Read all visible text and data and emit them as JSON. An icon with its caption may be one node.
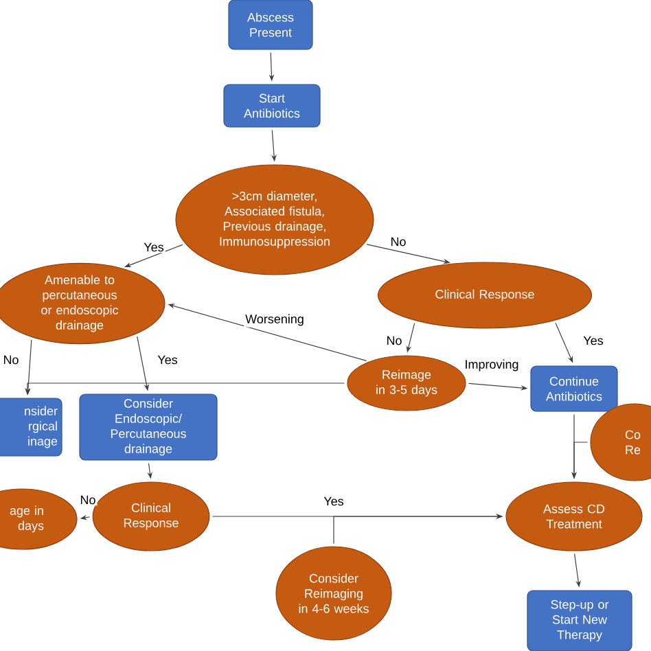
{
  "diagram": {
    "nodes": [
      {
        "text": [
          "Abscess Present"
        ]
      },
      {
        "text": [
          "Start Antibiotics"
        ]
      },
      {
        "text": [
          ">3cm diameter, Associated fistula, Previous drainage, Immunosuppression"
        ]
      },
      {
        "text": [
          "Amenable to percutaneous or endoscopic drainage"
        ]
      },
      {
        "text": [
          "Clinical Response"
        ]
      },
      {
        "text": [
          "nsider rgical inage"
        ]
      },
      {
        "text": [
          "Consider Endoscopic/ Percutaneous drainage"
        ]
      },
      {
        "text": [
          "Reimage in 3-5 days"
        ]
      },
      {
        "text": [
          "Continue Antibiotics"
        ]
      },
      {
        "text": [
          "Co Re"
        ]
      },
      {
        "text": [
          "age in days"
        ]
      },
      {
        "text": [
          "Clinical Response"
        ]
      },
      {
        "text": [
          "Assess CD Treatment"
        ]
      },
      {
        "text": [
          "Consider Reimaging in 4-6 weeks"
        ]
      },
      {
        "text": [
          "Step-up or Start New Therapy"
        ]
      }
    ],
    "edges": [
      {
        "from": 0,
        "to": 1,
        "arrow": "to"
      },
      {
        "from": 1,
        "to": 2,
        "arrow": "to"
      },
      {
        "from": 2,
        "to": 3,
        "arrow": "to",
        "label": "Yes"
      },
      {
        "from": 2,
        "to": 4,
        "arrow": "to",
        "label": "No"
      },
      {
        "from": 4,
        "to": 7,
        "arrow": "to",
        "label": "No"
      },
      {
        "from": 4,
        "to": 8,
        "arrow": "to",
        "label": "Yes"
      },
      {
        "from": 7,
        "to": 8,
        "arrow": "to",
        "label": "Improving"
      },
      {
        "from": 7,
        "to": 3,
        "arrow": "to",
        "label": "Worsening"
      },
      {
        "from": 7,
        "to": 5,
        "arrow": "to"
      },
      {
        "from": 3,
        "to": 5,
        "arrow": "to",
        "label": "No"
      },
      {
        "from": 3,
        "to": 6,
        "arrow": "to",
        "label": "Yes"
      },
      {
        "from": 6,
        "to": 11,
        "arrow": "to"
      },
      {
        "from": 11,
        "to": 10,
        "arrow": "to",
        "label": "No"
      },
      {
        "from": 11,
        "to": 12,
        "arrow": "to",
        "label": "Yes"
      },
      {
        "from": 13,
        "to": 12,
        "arrow": "to"
      },
      {
        "from": 8,
        "to": 12,
        "arrow": "to"
      },
      {
        "from": 9,
        "to": 12,
        "arrow": "to"
      },
      {
        "from": 12,
        "to": 14,
        "arrow": "to"
      }
    ]
  }
}
